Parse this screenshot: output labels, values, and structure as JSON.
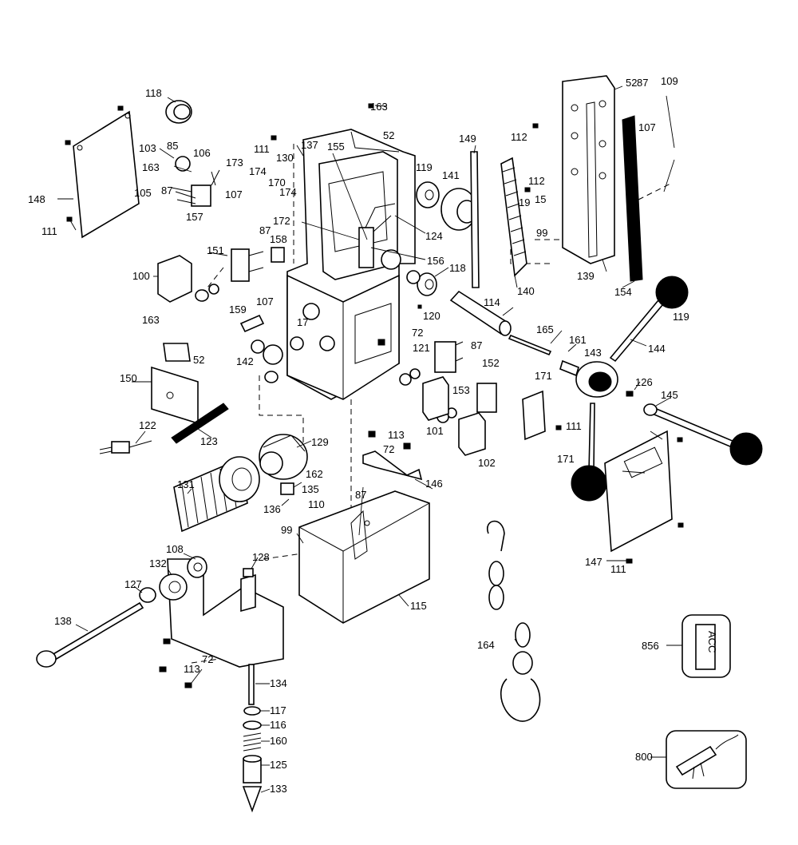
{
  "diagram": {
    "callouts": [
      "118",
      "163",
      "52",
      "52",
      "87",
      "109",
      "107",
      "112",
      "148",
      "111",
      "103",
      "85",
      "106",
      "163",
      "173",
      "111",
      "130",
      "137",
      "155",
      "149",
      "119",
      "141",
      "112",
      "19",
      "15",
      "174",
      "170",
      "174",
      "107",
      "105",
      "157",
      "87",
      "99",
      "172",
      "124",
      "87",
      "158",
      "151",
      "100",
      "156",
      "118",
      "140",
      "139",
      "154",
      "107",
      "159",
      "163",
      "52",
      "17",
      "120",
      "142",
      "114",
      "72",
      "121",
      "119",
      "87",
      "165",
      "161",
      "143",
      "144",
      "152",
      "150",
      "153",
      "101",
      "126",
      "145",
      "171",
      "111",
      "122",
      "123",
      "102",
      "113",
      "72",
      "146",
      "129",
      "171",
      "162",
      "135",
      "110",
      "136",
      "131",
      "87",
      "99",
      "147",
      "111",
      "108",
      "128",
      "132",
      "127",
      "138",
      "115",
      "164",
      "856",
      "113",
      "72",
      "134",
      "117",
      "116",
      "160",
      "125",
      "133",
      "800"
    ],
    "inset_text": "ACC",
    "icons": [
      "hook-and-chain-icon",
      "label-tag-icon",
      "cord-set-icon"
    ]
  }
}
